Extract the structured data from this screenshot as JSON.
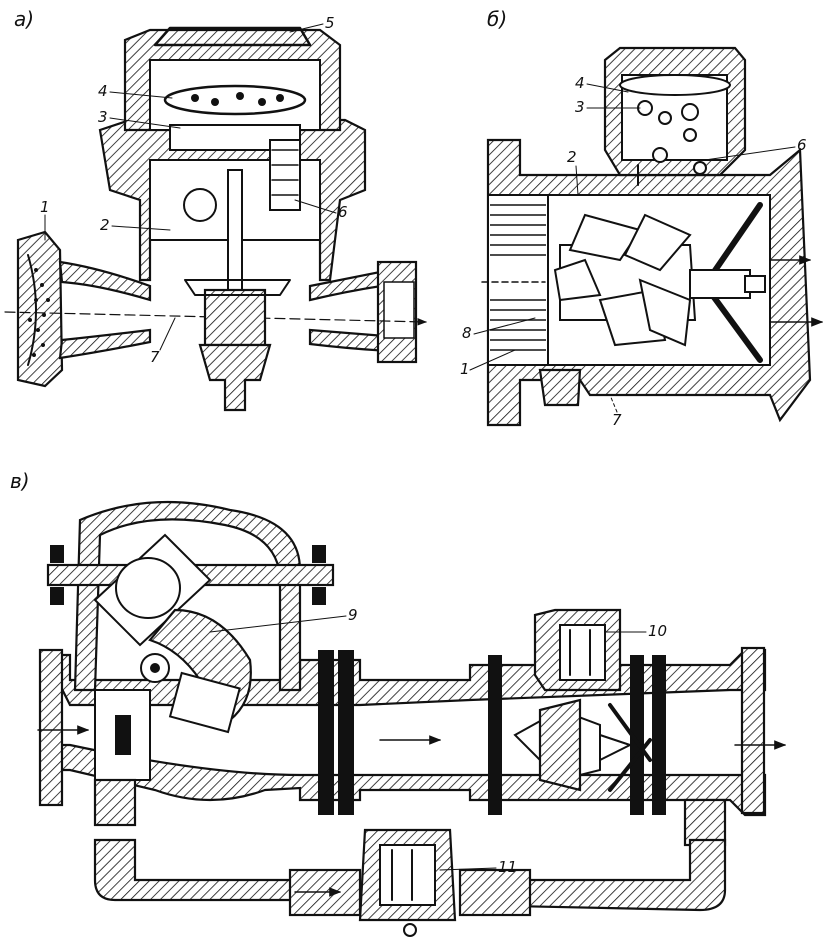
{
  "figure": {
    "panels": [
      {
        "id": "a",
        "label": "а)"
      },
      {
        "id": "b",
        "label": "б)"
      },
      {
        "id": "c",
        "label": "в)"
      }
    ],
    "callouts_a": [
      "1",
      "2",
      "3",
      "4",
      "5",
      "6",
      "7"
    ],
    "callouts_b": [
      "1",
      "2",
      "3",
      "4",
      "6",
      "7",
      "8"
    ],
    "callouts_c": [
      "9",
      "10",
      "11"
    ]
  },
  "colors": {
    "ink": "#111111",
    "paper": "#ffffff"
  }
}
